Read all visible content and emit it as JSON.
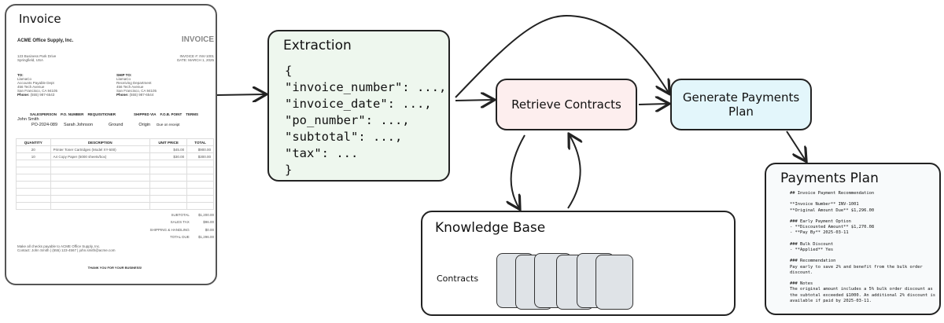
{
  "invoice": {
    "title": "Invoice",
    "company": "ACME Office Supply, Inc.",
    "heading": "INVOICE",
    "address": [
      "123 Business Park Drive",
      "Springfield, USA"
    ],
    "invoice_no": "INVOICE #: INV-1001",
    "date": "DATE: MARCH 1, 2025",
    "to": {
      "label": "TO:",
      "lines": [
        "LlamaCo",
        "Accounts Payable Dept",
        "456 Tech Avenue",
        "San Francisco, CA 94105"
      ],
      "phone_label": "Phone:",
      "phone": "(555) 987-6543"
    },
    "ship_to": {
      "label": "SHIP TO:",
      "lines": [
        "LlamaCo",
        "Receiving Department",
        "456 Tech Avenue",
        "San Francisco, CA 94105"
      ],
      "phone_label": "Phone:",
      "phone": "(555) 987-6544"
    },
    "order_headers": [
      "SALESPERSON",
      "P.O. NUMBER",
      "REQUISITIONER",
      "SHIPPED VIA",
      "F.O.B. POINT",
      "TERMS"
    ],
    "order_values": {
      "salesperson": "John Smith",
      "po": "PO-2024-089",
      "requisitioner": "Sarah Johnson",
      "shipped_via": "Ground",
      "fob": "Origin",
      "terms": "Due on receipt"
    },
    "item_headers": [
      "QUANTITY",
      "DESCRIPTION",
      "UNIT PRICE",
      "TOTAL"
    ],
    "items": [
      [
        "20",
        "Printer Toner Cartridges (Model XY-500)",
        "$45.00",
        "$900.00"
      ],
      [
        "10",
        "A4 Copy Paper (5000 sheets/box)",
        "$30.00",
        "$300.00"
      ]
    ],
    "totals": [
      [
        "SUBTOTAL",
        "$1,200.00"
      ],
      [
        "SALES TAX",
        "$96.00"
      ],
      [
        "SHIPPING & HANDLING",
        "$0.00"
      ],
      [
        "TOTAL DUE",
        "$1,296.00"
      ]
    ],
    "footer1": "Make all checks payable to ACME Office Supply, Inc.",
    "footer2": "Contact: John Smith | (555) 123-4567 | john.smith@acme.com",
    "thanks": "THANK YOU FOR YOUR BUSINESS!"
  },
  "extraction": {
    "title": "Extraction",
    "code": "{\n\"invoice_number\": ...,\n\"invoice_date\": ...,\n\"po_number\": ...,\n\"subtotal\": ...,\n\"tax\": ...\n}"
  },
  "retrieve": {
    "label": "Retrieve Contracts"
  },
  "generate": {
    "label": "Generate Payments\nPlan"
  },
  "knowledge_base": {
    "title": "Knowledge Base",
    "contracts_label": "Contracts"
  },
  "plan": {
    "title": "Payments Plan",
    "body": "## Invoice Payment Recommendation\n\n**Invoice Number** INV-1001\n**Original Amount Due** $1,296.00\n\n### Early Payment Option\n- **Discounted Amount** $1,270.08\n- **Pay By** 2025-03-11\n\n### Bulk Discount\n- **Applied** Yes\n\n### Recommendation\nPay early to save 2% and benefit from the bulk order discount.\n\n### Notes\nThe original amount includes a 5% bulk order discount as the subtotal exceeded $1000. An additional 2% discount is available if paid by 2025-03-11."
  },
  "colors": {
    "extraction": "#eef7ee",
    "retrieve": "#fdeeee",
    "generate": "#e3f6fb",
    "cards": "#dfe3e7"
  }
}
